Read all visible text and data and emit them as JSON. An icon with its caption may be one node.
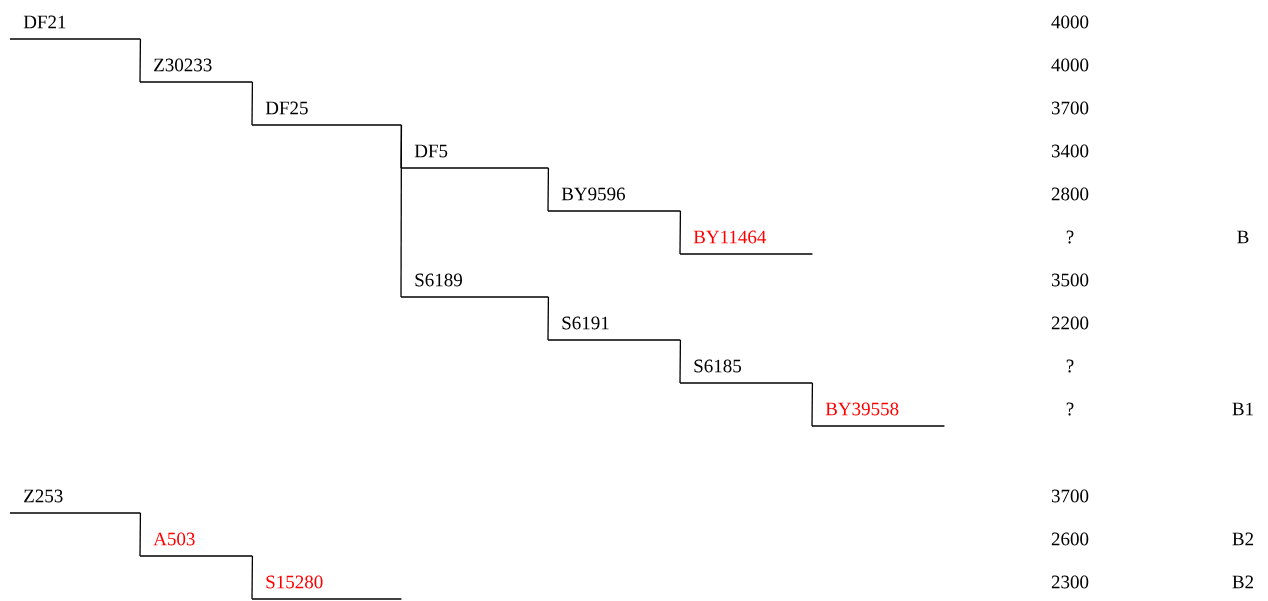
{
  "diagram": {
    "nodes": [
      {
        "text": [
          "DF21"
        ]
      },
      {
        "text": [
          "Z30233"
        ]
      },
      {
        "text": [
          "DF25"
        ]
      },
      {
        "text": [
          "DF5"
        ]
      },
      {
        "text": [
          "BY9596"
        ]
      },
      {
        "text": [
          "BY11464"
        ]
      },
      {
        "text": [
          "S6189"
        ]
      },
      {
        "text": [
          "S6191"
        ]
      },
      {
        "text": [
          "S6185"
        ]
      },
      {
        "text": [
          "BY39558"
        ]
      },
      {
        "text": [
          "Z253"
        ]
      },
      {
        "text": [
          "A503"
        ]
      },
      {
        "text": [
          "S15280"
        ]
      }
    ],
    "edges": [
      {
        "from": 0,
        "to": 1,
        "arrow": "none"
      },
      {
        "from": 1,
        "to": 2,
        "arrow": "none"
      },
      {
        "from": 2,
        "to": 3,
        "arrow": "none"
      },
      {
        "from": 3,
        "to": 4,
        "arrow": "none"
      },
      {
        "from": 4,
        "to": 5,
        "arrow": "none"
      },
      {
        "from": 2,
        "to": 6,
        "arrow": "none"
      },
      {
        "from": 6,
        "to": 7,
        "arrow": "none"
      },
      {
        "from": 7,
        "to": 8,
        "arrow": "none"
      },
      {
        "from": 8,
        "to": 9,
        "arrow": "none"
      },
      {
        "from": 10,
        "to": 11,
        "arrow": "none"
      },
      {
        "from": 11,
        "to": 12,
        "arrow": "none"
      }
    ],
    "labels": [
      "4000",
      "4000",
      "3700",
      "3400",
      "2800",
      "?",
      "B",
      "3500",
      "2200",
      "?",
      "?",
      "B1",
      "3700",
      "2600",
      "B2",
      "2300",
      "B2"
    ]
  }
}
